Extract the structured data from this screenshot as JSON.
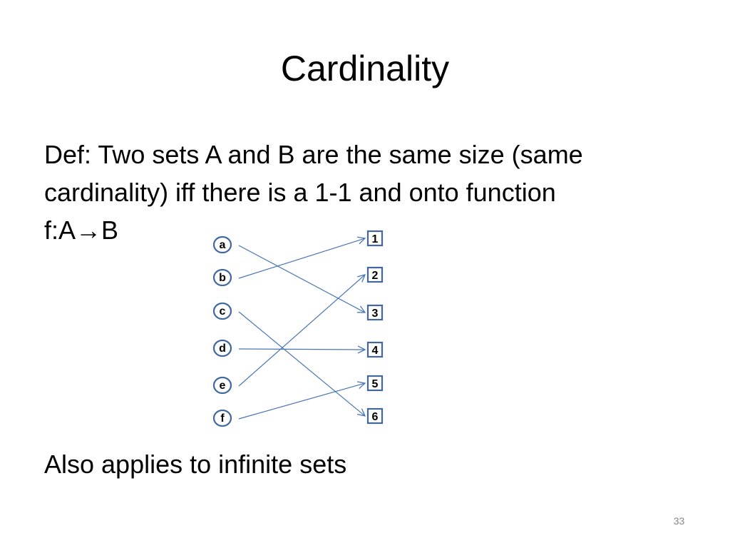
{
  "slide": {
    "title": "Cardinality",
    "definition_lines": [
      "Def:  Two sets A and B are the same size (same",
      "cardinality) iff there is a 1-1 and onto function",
      "f:A→B"
    ],
    "footer_text": "Also applies to infinite sets",
    "page_number": "33"
  },
  "mapping": {
    "domain": [
      "a",
      "b",
      "c",
      "d",
      "e",
      "f"
    ],
    "codomain": [
      "1",
      "2",
      "3",
      "4",
      "5",
      "6"
    ],
    "edges": [
      {
        "from": "a",
        "to": "3"
      },
      {
        "from": "b",
        "to": "1"
      },
      {
        "from": "c",
        "to": "6"
      },
      {
        "from": "d",
        "to": "4"
      },
      {
        "from": "e",
        "to": "2"
      },
      {
        "from": "f",
        "to": "5"
      }
    ],
    "colors": {
      "node_border": "#41679f",
      "arrow": "#4a76b5",
      "text": "#000000"
    }
  }
}
